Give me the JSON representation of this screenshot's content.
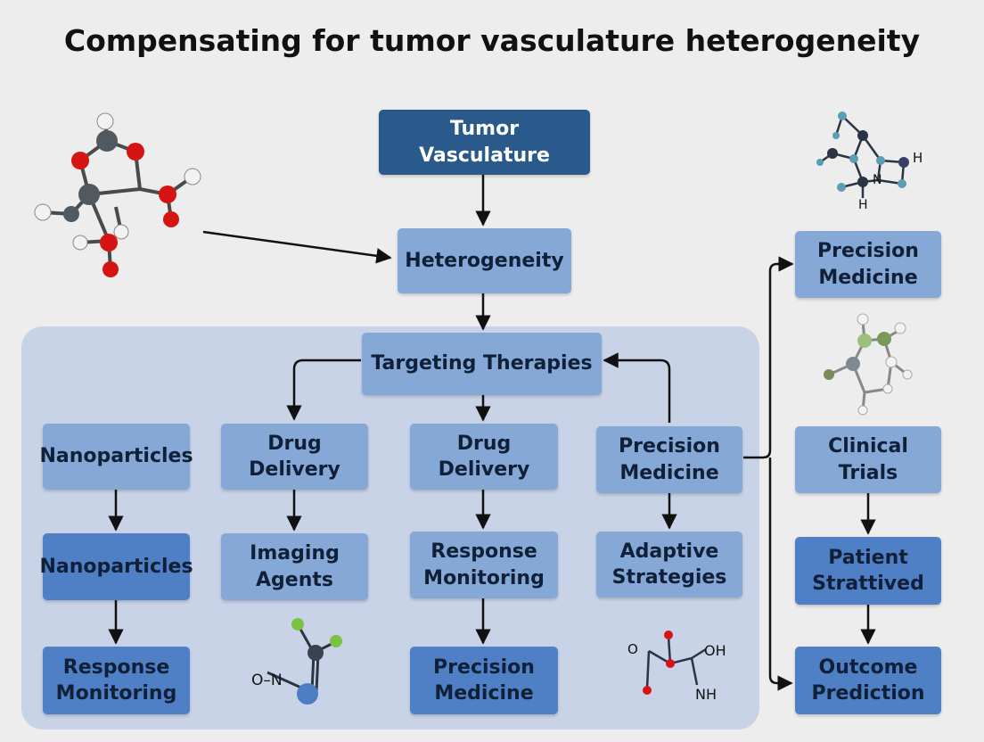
{
  "title": "Compensating for tumor vasculature heterogeneity",
  "nodes": {
    "tumor_vasculature": "Tumor Vasculature",
    "heterogeneity": "Heterogeneity",
    "targeting_therapies": "Targeting Therapies",
    "col1_top": "Nanoparticles",
    "col1_mid": "Nanoparticles",
    "col1_bot": "Response Monitoring",
    "col2_top": "Drug Delivery",
    "col2_mid": "Imaging Agents",
    "col3_top": "Drug Delivery",
    "col3_mid": "Response Monitoring",
    "col3_bot": "Precision Medicine",
    "col4_top": "Precision Medicine",
    "col4_mid": "Adaptive Strategies",
    "right_top": "Precision Medicine",
    "right_clinical": "Clinical Trials",
    "right_patient": "Patient Strattived",
    "right_outcome": "Outcome Prediction"
  },
  "molecule_labels": {
    "top_right_h1": "H",
    "top_right_n": "N",
    "top_right_h2": "H",
    "bottom_left_no": "O–N",
    "bottom_right_o": "O",
    "bottom_right_oh": "OH",
    "bottom_right_nh": "NH"
  },
  "colors": {
    "atom_red": "#d61414",
    "atom_gray": "#505860",
    "atom_white": "#f2f2f2",
    "atom_green": "#7cc242",
    "atom_blue": "#4d7ec4"
  }
}
